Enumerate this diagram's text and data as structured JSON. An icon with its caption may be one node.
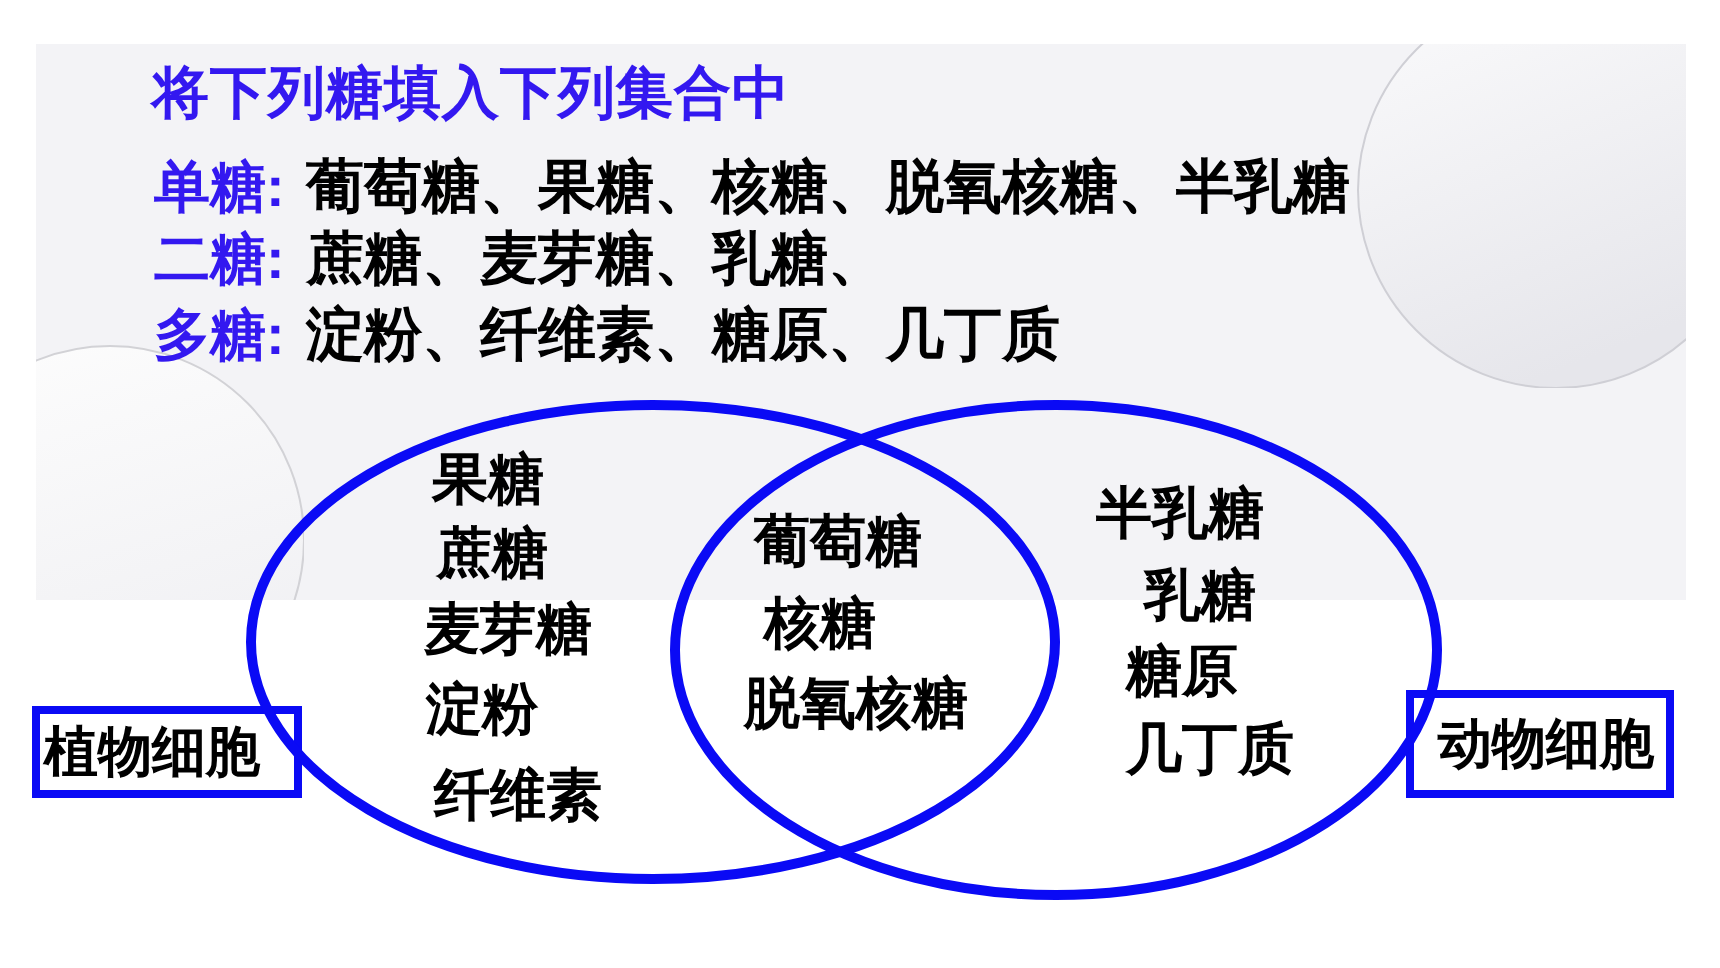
{
  "diagram": {
    "title": "将下列糖填入下列集合中",
    "nodes": [
      {
        "text": [
          "果糖",
          "蔗糖",
          "麦芽糖",
          "淀粉",
          "纤维素"
        ]
      },
      {
        "text": [
          "半乳糖",
          "乳糖",
          "糖原",
          "几丁质"
        ]
      },
      {
        "text": [
          "植物细胞"
        ]
      },
      {
        "text": [
          "动物细胞"
        ]
      }
    ],
    "labels": [
      "单糖:",
      "葡萄糖、果糖、核糖、脱氧核糖、半乳糖",
      "二糖:",
      "蔗糖、麦芽糖、乳糖、",
      "多糖:",
      "淀粉、纤维素、糖原、几丁质",
      "葡萄糖",
      "核糖",
      "脱氧核糖"
    ]
  }
}
